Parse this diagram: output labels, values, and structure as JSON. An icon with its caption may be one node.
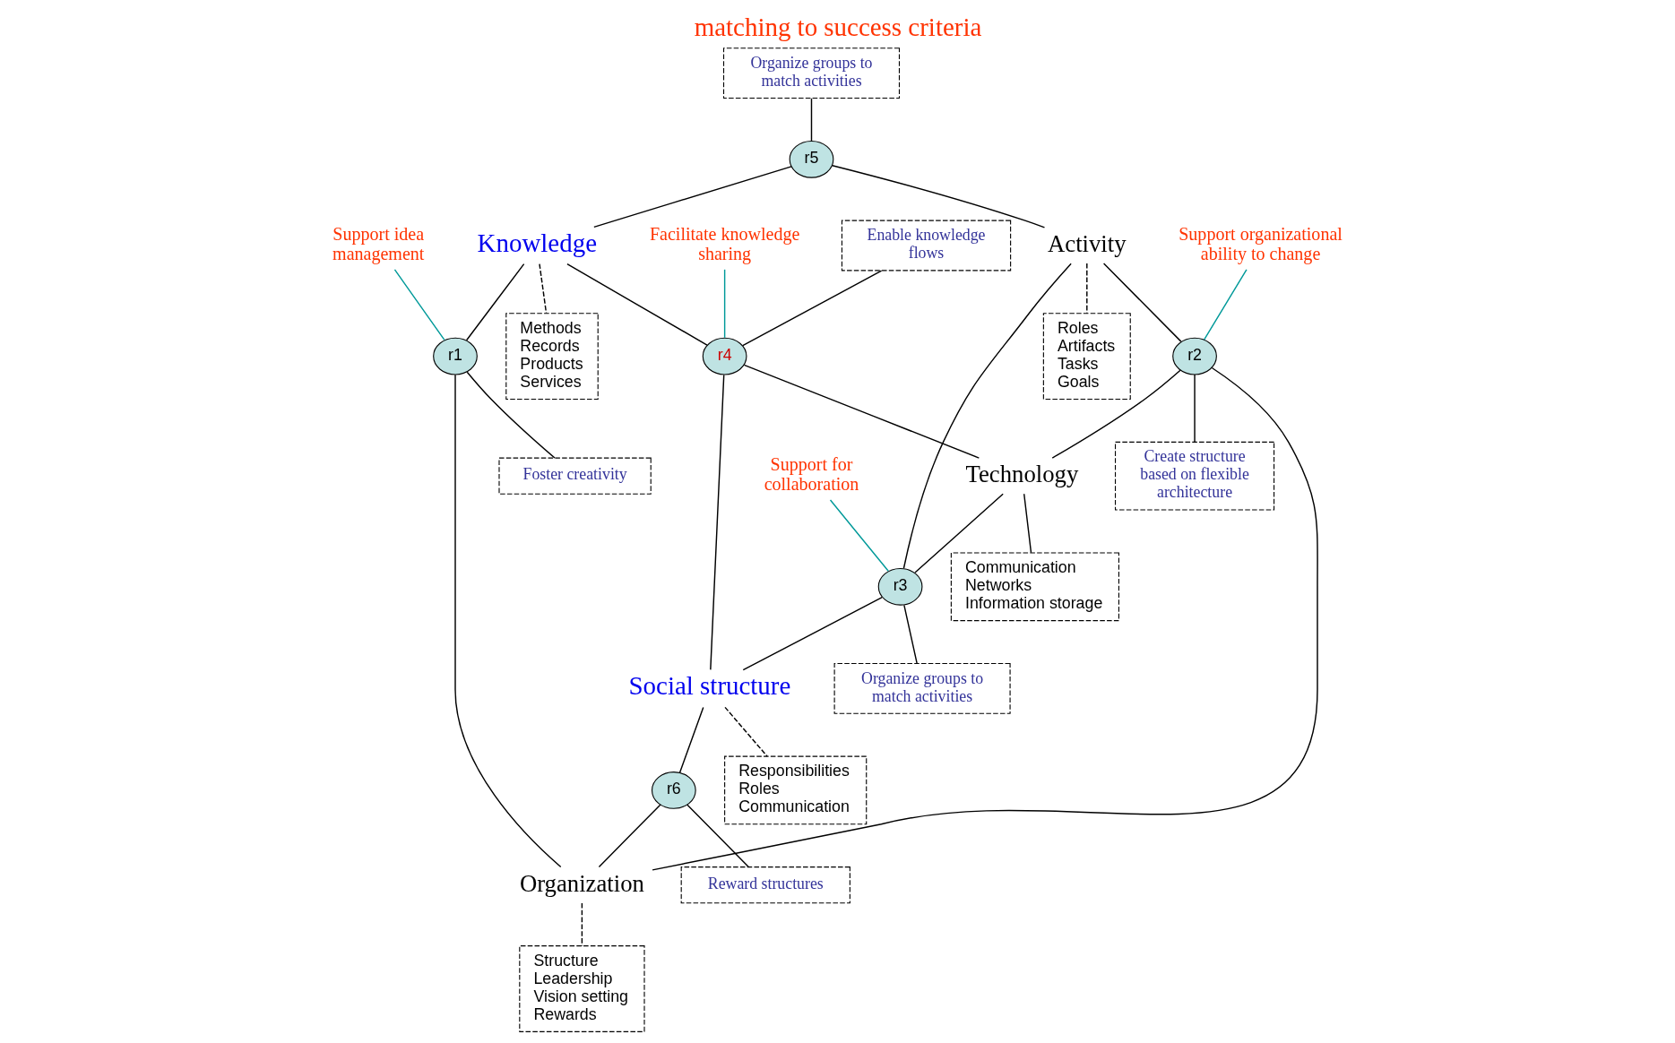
{
  "diagram": {
    "title": "matching to success criteria",
    "nodes": [
      {
        "text": [
          "Knowledge"
        ]
      },
      {
        "text": [
          "Activity"
        ]
      },
      {
        "text": [
          "Organization"
        ]
      },
      {
        "text": [
          "Technology"
        ]
      },
      {
        "text": [
          "Social structure"
        ]
      },
      {
        "text": [
          "r1"
        ]
      },
      {
        "text": [
          "r2"
        ]
      },
      {
        "text": [
          "r3"
        ]
      },
      {
        "text": [
          "r4"
        ]
      },
      {
        "text": [
          "r5"
        ]
      },
      {
        "text": [
          "r6"
        ]
      },
      {
        "text": [
          "Organize groups to match activities"
        ]
      },
      {
        "text": [
          "Support for collaboration"
        ]
      },
      {
        "text": [
          "Facilitate knowledge sharing"
        ]
      },
      {
        "text": [
          "Support organizational ability to change"
        ]
      },
      {
        "text": [
          "Support idea management"
        ]
      },
      {
        "text": [
          "Foster creativity"
        ]
      },
      {
        "text": [
          "Methods",
          "Records",
          "Products",
          "Services"
        ]
      },
      {
        "text": [
          "Create structure based on flexible architecture"
        ]
      },
      {
        "text": [
          "Enable knowledge flows"
        ]
      },
      {
        "text": [
          "Roles",
          "Artifacts",
          "Tasks",
          "Goals"
        ]
      },
      {
        "text": [
          "Communication",
          "Networks",
          "Information storage"
        ]
      },
      {
        "text": [
          "Structure",
          "Leadership",
          "Vision setting",
          "Rewards"
        ]
      },
      {
        "text": [
          "Organize groups to match activities"
        ]
      },
      {
        "text": [
          "Responsibilities",
          "Roles",
          "Communication"
        ]
      },
      {
        "text": [
          "Reward structures"
        ]
      }
    ],
    "edges": [
      {
        "from": 9,
        "to": 0,
        "arrow": "none"
      },
      {
        "from": 0,
        "to": 5,
        "arrow": "none"
      },
      {
        "from": 9,
        "to": 1,
        "arrow": "none"
      },
      {
        "from": 5,
        "to": 2,
        "arrow": "none"
      },
      {
        "from": 1,
        "to": 6,
        "arrow": "none"
      },
      {
        "from": 6,
        "to": 2,
        "arrow": "none"
      },
      {
        "from": 6,
        "to": 3,
        "arrow": "none"
      },
      {
        "from": 8,
        "to": 3,
        "arrow": "none"
      },
      {
        "from": 3,
        "to": 7,
        "arrow": "none"
      },
      {
        "from": 1,
        "to": 7,
        "arrow": "none"
      },
      {
        "from": 7,
        "to": 4,
        "arrow": "none"
      },
      {
        "from": 4,
        "to": 10,
        "arrow": "none"
      },
      {
        "from": 10,
        "to": 2,
        "arrow": "none"
      },
      {
        "from": 0,
        "to": 8,
        "arrow": "none"
      },
      {
        "from": 8,
        "to": 4,
        "arrow": "none"
      },
      {
        "from": 12,
        "to": 7,
        "arrow": "none",
        "color": "#009999"
      },
      {
        "from": 13,
        "to": 8,
        "arrow": "none",
        "color": "#009999"
      },
      {
        "from": 14,
        "to": 6,
        "arrow": "none",
        "color": "#009999"
      },
      {
        "from": 15,
        "to": 5,
        "arrow": "none",
        "color": "#009999"
      },
      {
        "from": 11,
        "to": 9,
        "arrow": "none"
      },
      {
        "from": 5,
        "to": 16,
        "arrow": "none"
      },
      {
        "from": 6,
        "to": 18,
        "arrow": "none"
      },
      {
        "from": 19,
        "to": 8,
        "arrow": "none"
      },
      {
        "from": 7,
        "to": 23,
        "arrow": "none"
      },
      {
        "from": 10,
        "to": 25,
        "arrow": "none"
      },
      {
        "from": 0,
        "to": 17,
        "arrow": "none",
        "style": "dashed"
      },
      {
        "from": 1,
        "to": 20,
        "arrow": "none",
        "style": "dashed"
      },
      {
        "from": 3,
        "to": 21,
        "arrow": "none"
      },
      {
        "from": 2,
        "to": 22,
        "arrow": "none",
        "style": "dashed"
      },
      {
        "from": 4,
        "to": 24,
        "arrow": "none",
        "style": "dashed"
      }
    ]
  }
}
